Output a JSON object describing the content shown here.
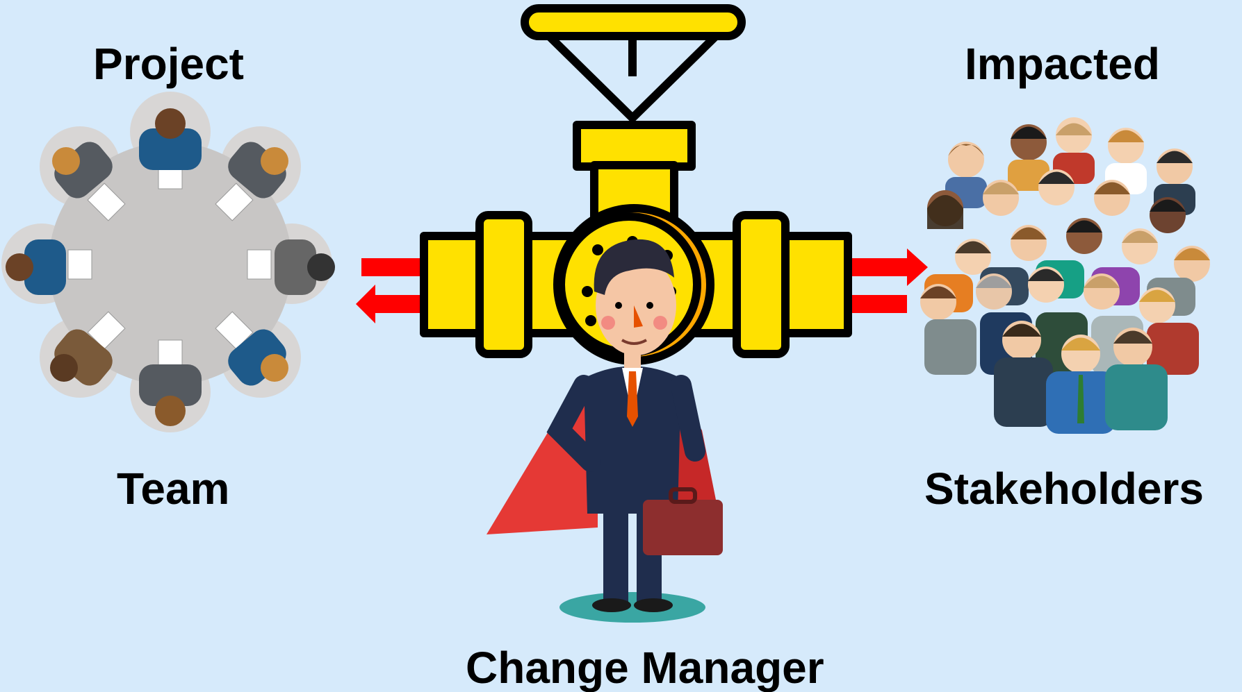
{
  "colors": {
    "background": "#d6eafb",
    "valve_yellow": "#ffe100",
    "valve_orange": "#ffa800",
    "arrow_red": "#ff0000",
    "cape_red": "#e53935",
    "suit_navy": "#1f2d4d",
    "table_gray": "#c8c6c5"
  },
  "labels": {
    "project_line1": "Project",
    "project_line2": "Team",
    "stakeholders_line1": "Impacted",
    "stakeholders_line2": "Stakeholders",
    "center": "Change Manager"
  },
  "arrows": {
    "left": "two-way (pointing left)",
    "right": "two-way (pointing right)"
  },
  "icons": [
    "meeting-table-icon",
    "valve-icon",
    "superhero-manager-icon",
    "crowd-icon"
  ]
}
